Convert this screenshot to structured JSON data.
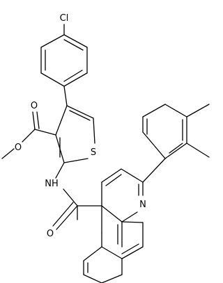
{
  "atoms": {
    "cl": "Cl",
    "o_ester_carbonyl": "O",
    "o_ester_methoxy": "O",
    "s_thiophene": "S",
    "nh_amide": "NH",
    "n_quinoline": "N",
    "o_amide": "O"
  },
  "colors": {
    "ink": "#000000",
    "background": "#ffffff"
  }
}
